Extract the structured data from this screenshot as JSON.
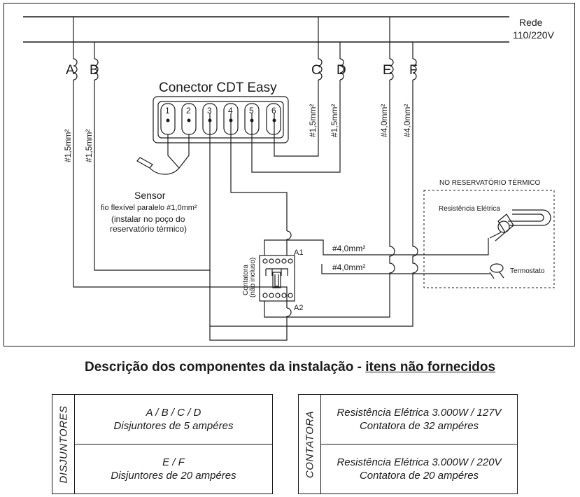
{
  "diagram": {
    "network": {
      "label": "Rede",
      "voltage": "110/220V"
    },
    "breakers": [
      "A",
      "B",
      "C",
      "D",
      "E",
      "F"
    ],
    "connector": {
      "title": "Conector CDT Easy",
      "terminals": [
        "1",
        "2",
        "3",
        "4",
        "5",
        "6"
      ]
    },
    "gauges": {
      "ab": "#1,5mm²",
      "cd": "#1,5mm²",
      "ef": "#4,0mm²",
      "contactor_out": "#4,0mm²"
    },
    "sensor": {
      "title": "Sensor",
      "line1": "fio flexível paralelo #1,0mm²",
      "line2": "(instalar no poço do",
      "line3": "reservatório térmico)"
    },
    "contactor": {
      "label": "Contatora",
      "note": "(não incluso)",
      "a1": "A1",
      "a2": "A2"
    },
    "reservoir": {
      "title": "NO RESERVATÓRIO TÉRMICO",
      "heater": "Resistência Elétrica",
      "thermostat": "Termostato"
    }
  },
  "description": {
    "title": "Descrição dos componentes da instalação - ",
    "title_underlined": "itens não fornecidos",
    "left_table": {
      "header": "DISJUNTORES",
      "rows": [
        {
          "line1": "A / B / C / D",
          "line2": "Disjuntores de 5 ampéres"
        },
        {
          "line1": "E / F",
          "line2": "Disjuntores de 20 ampéres"
        }
      ]
    },
    "right_table": {
      "header": "CONTATORA",
      "rows": [
        {
          "line1": "Resistência Elétrica 3.000W / 127V",
          "line2": "Contatora de 32 ampéres"
        },
        {
          "line1": "Resistência Elétrica 3.000W / 220V",
          "line2": "Contatora de 20 ampéres"
        }
      ]
    }
  }
}
